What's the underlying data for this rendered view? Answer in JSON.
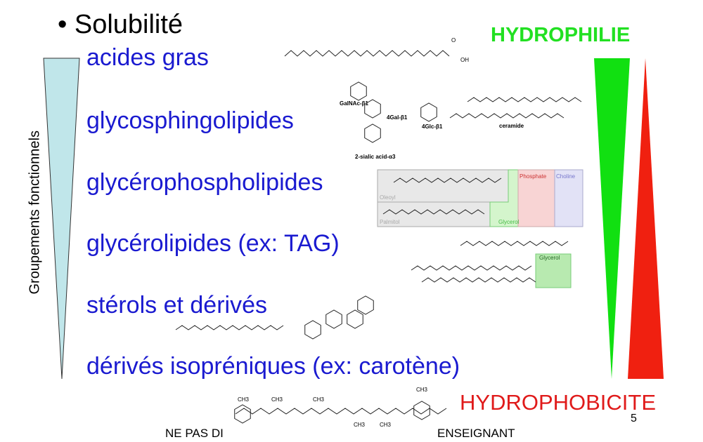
{
  "title": "• Solubilité",
  "axis_label": "Groupements fonctionnels",
  "items": [
    "acides gras",
    "glycosphingolipides",
    "glycérophospholipides",
    "glycérolipides (ex: TAG)",
    "stérols et dérivés",
    "dérivés isopréniques (ex: carotène)"
  ],
  "hydrophilie": "HYDROPHILIE",
  "hydrophobicite": "HYDROPHOBICITE",
  "footer": {
    "left": "NE PAS DI",
    "right": "ENSEIGNANT",
    "page": "5"
  },
  "molecule_labels": {
    "oh": "OH",
    "o": "O",
    "galnac": "GalNAc-β1",
    "gal": "4Gal-β1",
    "glc": "4Glc-β1",
    "ceramide": "ceramide",
    "sialic": "2-sialic acid-α3",
    "oleoyl": "Oleoyl",
    "palmitol": "Palmitol",
    "glycerol": "Glycerol",
    "phosphate": "Phosphate",
    "choline": "Choline",
    "glycerol2": "Glycerol",
    "ch3": "CH3"
  },
  "colors": {
    "items": "#1a1ad0",
    "hydrophilie": "#22e022",
    "hydrophobicite": "#e01a1a",
    "triangle_left": "#c0e6ea"
  }
}
